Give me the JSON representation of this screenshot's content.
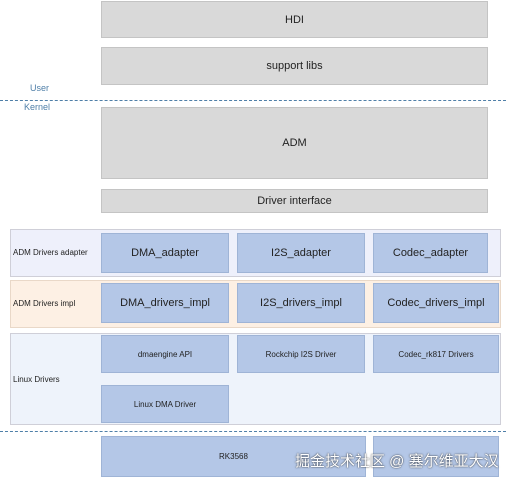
{
  "upper_layers": {
    "hdi": "HDI",
    "support_libs": "support libs"
  },
  "layer_split": {
    "user": "User",
    "kernel": "Kernel"
  },
  "adm": "ADM",
  "driver_interface": "Driver interface",
  "adapter_row": {
    "label": "ADM Drivers adapter",
    "items": [
      "DMA_adapter",
      "I2S_adapter",
      "Codec_adapter"
    ]
  },
  "impl_row": {
    "label": "ADM Drivers impl",
    "items": [
      "DMA_drivers_impl",
      "I2S_drivers_impl",
      "Codec_drivers_impl"
    ]
  },
  "linux_row": {
    "label": "Linux Drivers",
    "items": [
      "dmaengine API",
      "Rockchip I2S Driver",
      "Codec_rk817 Drivers",
      "Linux DMA Driver"
    ]
  },
  "hardware": "RK3568",
  "watermark": "掘金技术社区 @ 塞尔维亚大汉"
}
